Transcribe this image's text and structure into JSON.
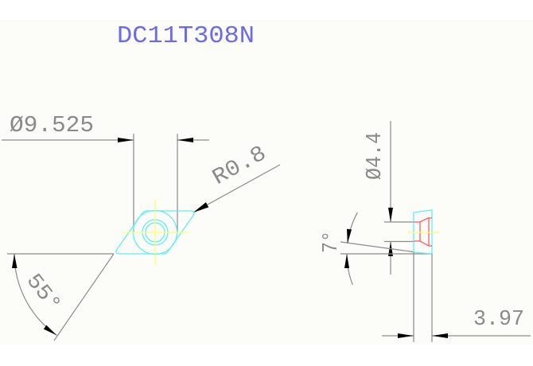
{
  "drawing": {
    "title": "DC11T308N",
    "top_view": {
      "inscribed_circle_dim": "Ø9.525",
      "corner_radius_dim": "R0.8",
      "included_angle_dim": "55°"
    },
    "side_view": {
      "hole_diameter_dim": "Ø4.4",
      "clearance_angle_dim": "7°",
      "thickness_dim": "3.97"
    }
  },
  "colors": {
    "background": "#fcfcf9",
    "title_blue": "#6a6aee",
    "dimension_text": "#8a8a8a",
    "dimension_line": "#8c8c8c",
    "insert_outline_cyan": "#5ff0f5",
    "centerline_yellow": "#ffff66",
    "countersink_red": "#ff5a5a",
    "arrowhead": "#000000"
  }
}
